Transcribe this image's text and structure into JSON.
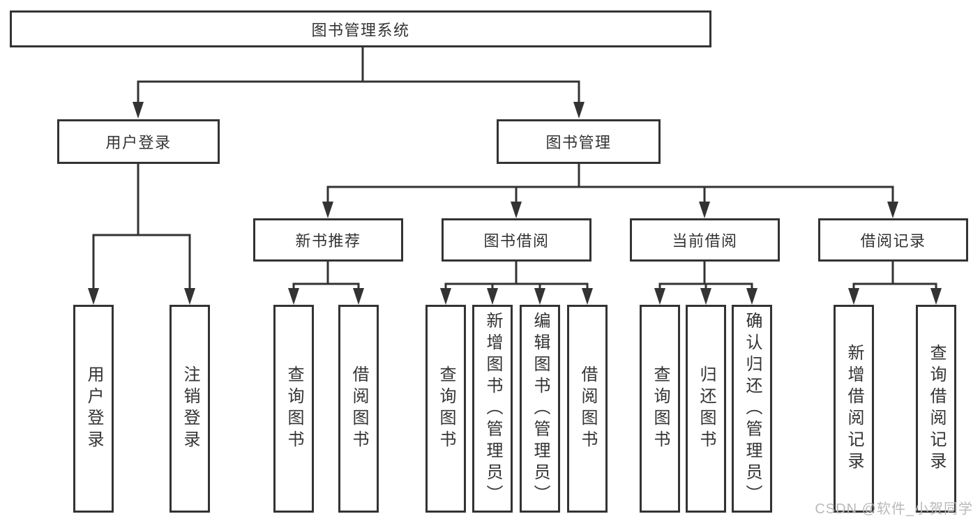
{
  "tree": {
    "root": {
      "label": "图书管理系统"
    },
    "children": [
      {
        "label": "用户登录",
        "children": [
          {
            "label": "用户登录"
          },
          {
            "label": "注销登录"
          }
        ]
      },
      {
        "label": "图书管理",
        "children": [
          {
            "label": "新书推荐",
            "children": [
              {
                "label": "查询图书"
              },
              {
                "label": "借阅图书"
              }
            ]
          },
          {
            "label": "图书借阅",
            "children": [
              {
                "label": "查询图书"
              },
              {
                "label": "新增图书（管理员）"
              },
              {
                "label": "编辑图书（管理员）"
              },
              {
                "label": "借阅图书"
              }
            ]
          },
          {
            "label": "当前借阅",
            "children": [
              {
                "label": "查询图书"
              },
              {
                "label": "归还图书"
              },
              {
                "label": "确认归还（管理员）"
              }
            ]
          },
          {
            "label": "借阅记录",
            "children": [
              {
                "label": "新增借阅记录"
              },
              {
                "label": "查询借阅记录"
              }
            ]
          }
        ]
      }
    ]
  },
  "watermark": "CSDN @软件_小贺同学",
  "colors": {
    "line": "#333333",
    "box_border": "#333333",
    "box_fill": "#ffffff",
    "text": "#333333",
    "watermark": "#b9b9b9",
    "background": "#ffffff"
  }
}
